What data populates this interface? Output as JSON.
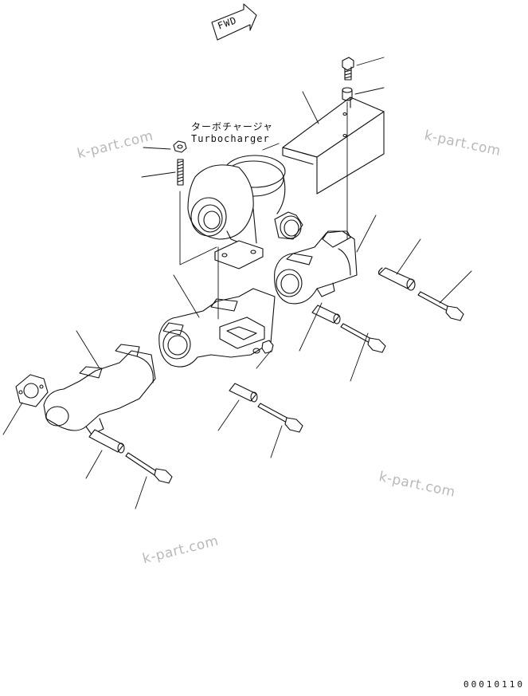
{
  "fwd_label": "FWD",
  "callout": {
    "japanese": "ターボチャージャ",
    "english": "Turbocharger"
  },
  "watermark": "k-part.com",
  "drawing_number": "00010110"
}
